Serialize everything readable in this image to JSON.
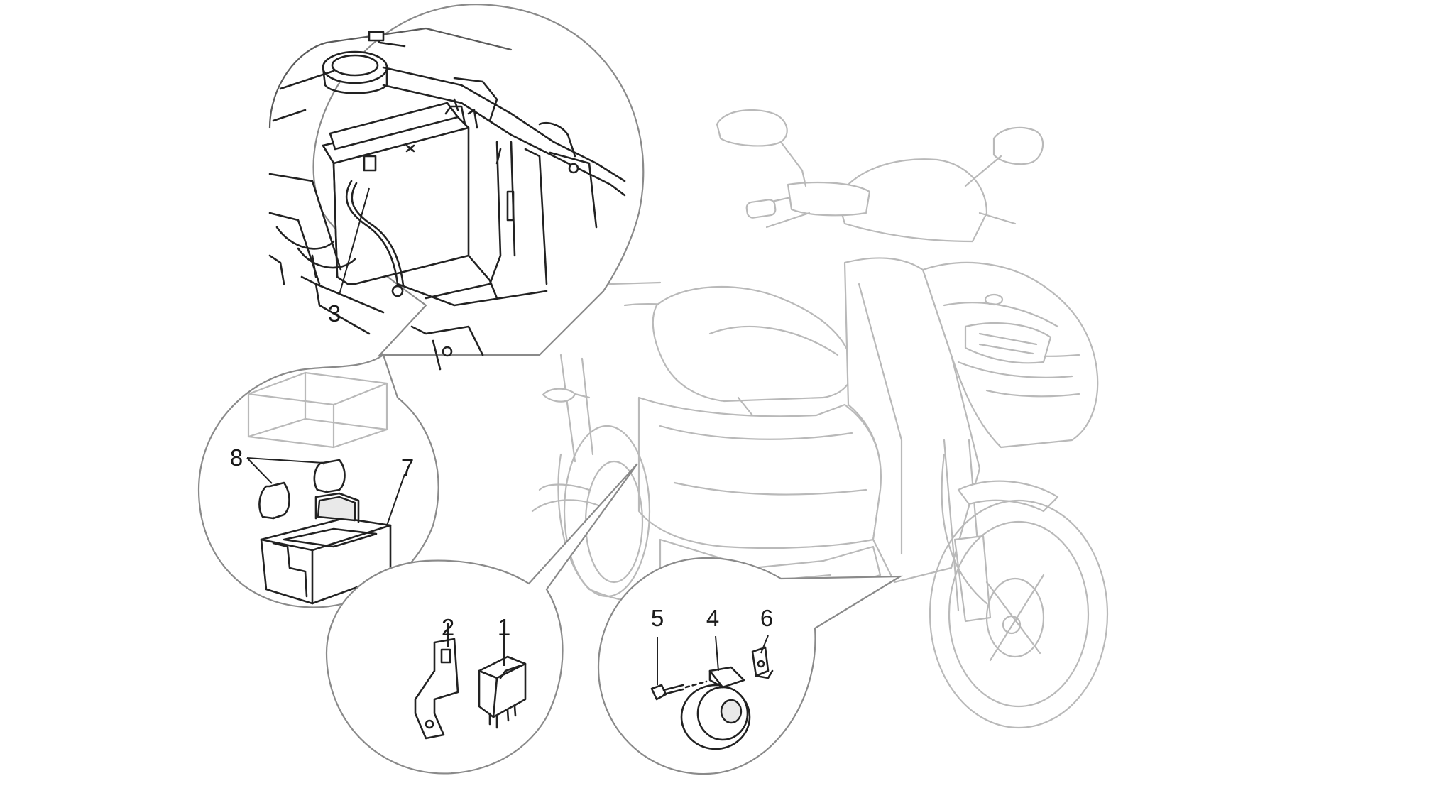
{
  "callouts": [
    {
      "id": "1",
      "label": "1"
    },
    {
      "id": "2",
      "label": "2"
    },
    {
      "id": "3",
      "label": "3"
    },
    {
      "id": "4",
      "label": "4"
    },
    {
      "id": "5",
      "label": "5"
    },
    {
      "id": "6",
      "label": "6"
    },
    {
      "id": "7",
      "label": "7"
    },
    {
      "id": "8",
      "label": "8"
    }
  ],
  "colors": {
    "line_dark": "#222222",
    "line_faint": "#b9b9b9",
    "background": "#ffffff"
  }
}
